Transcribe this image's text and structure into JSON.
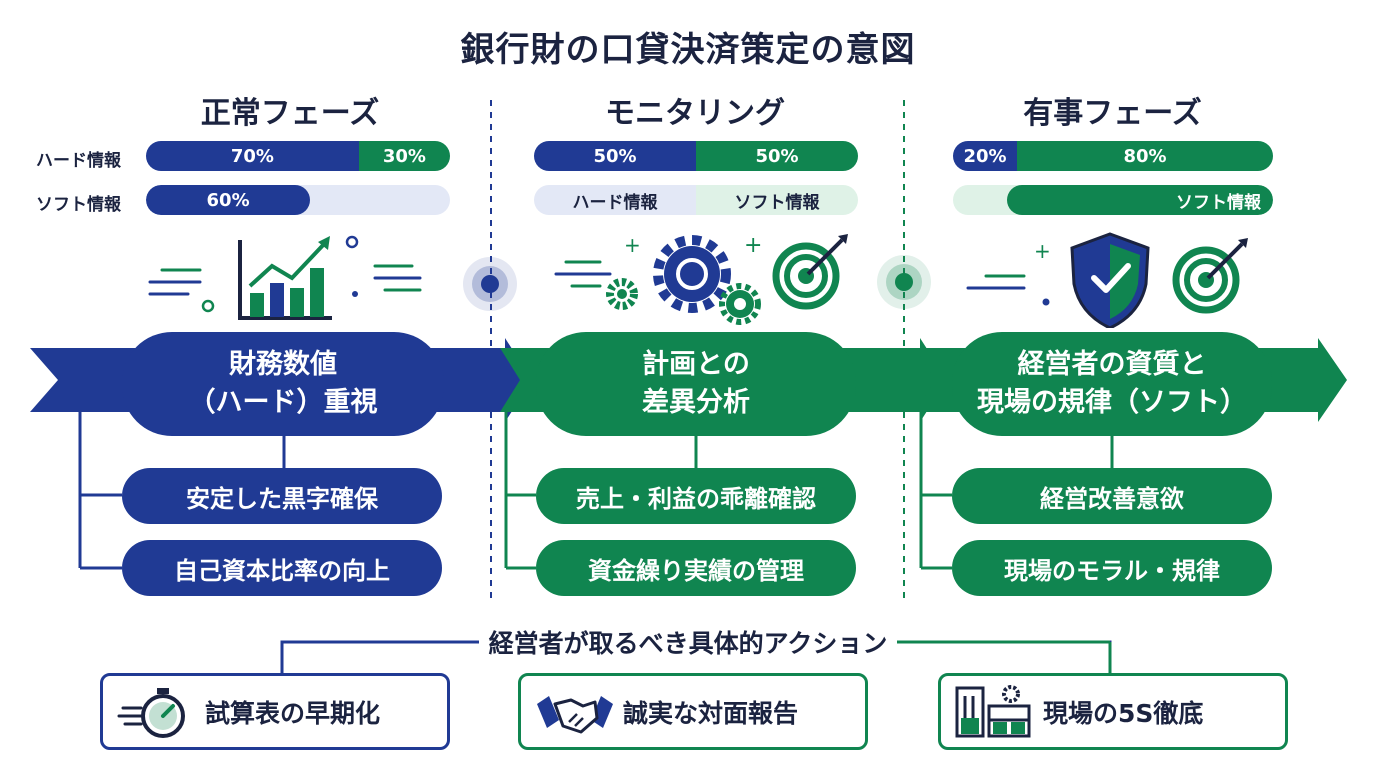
{
  "title": "銀行財の口貸決済策定の意図",
  "colors": {
    "blue": "#203a94",
    "green": "#108550",
    "pale_blue": "#e3e8f6",
    "pale_green": "#dff2e7"
  },
  "phases": [
    {
      "title": "正常フェーズ",
      "hard_label": "ハード情報",
      "soft_label": "ソフト情報",
      "hard_bar": {
        "left": "70%",
        "right": "30%",
        "left_share": 0.7
      },
      "soft_bar": {
        "value": "60%",
        "share": 0.6
      },
      "main": "財務数値\n（ハード）重視",
      "subs": [
        "安定した黒字確保",
        "自己資本比率の向上"
      ],
      "icon": "chart-icon"
    },
    {
      "title": "モニタリング",
      "hard_bar": {
        "left": "50%",
        "right": "50%",
        "left_share": 0.5
      },
      "soft_bar": {
        "left_label": "ハード情報",
        "right_label": "ソフト情報",
        "left_share": 0.5
      },
      "main": "計画との\n差異分析",
      "subs": [
        "売上・利益の乖離確認",
        "資金繰り実績の管理"
      ],
      "icon": "gears-target-icon"
    },
    {
      "title": "有事フェーズ",
      "hard_bar": {
        "left": "20%",
        "right": "80%",
        "left_share": 0.2
      },
      "soft_bar": {
        "right_label": "ソフト情報",
        "left_share": 0.15
      },
      "main": "経営者の資質と\n現場の規律（ソフト）",
      "subs": [
        "経営改善意欲",
        "現場のモラル・規律"
      ],
      "icon": "shield-target-icon"
    }
  ],
  "actions_header": "経営者が取るべき具体的アクション",
  "actions": [
    {
      "label": "試算表の早期化",
      "icon": "stopwatch-icon"
    },
    {
      "label": "誠実な対面報告",
      "icon": "handshake-icon"
    },
    {
      "label": "現場の5S徹底",
      "icon": "workplace-tools-icon"
    }
  ]
}
